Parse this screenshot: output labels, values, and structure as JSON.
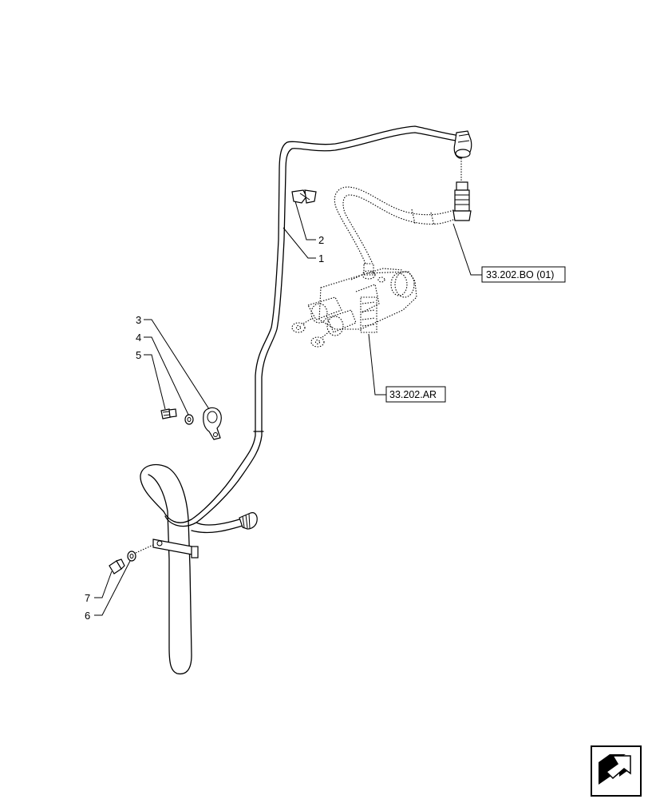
{
  "callouts": [
    {
      "id": "c1",
      "text": "1"
    },
    {
      "id": "c2",
      "text": "2"
    },
    {
      "id": "c3",
      "text": "3"
    },
    {
      "id": "c4",
      "text": "4"
    },
    {
      "id": "c5",
      "text": "5"
    },
    {
      "id": "c6",
      "text": "6"
    },
    {
      "id": "c7",
      "text": "7"
    }
  ],
  "refs": {
    "bo": "33.202.BO (01)",
    "ar": "33.202.AR"
  },
  "nav_icon": "next-page-arrow-icon"
}
